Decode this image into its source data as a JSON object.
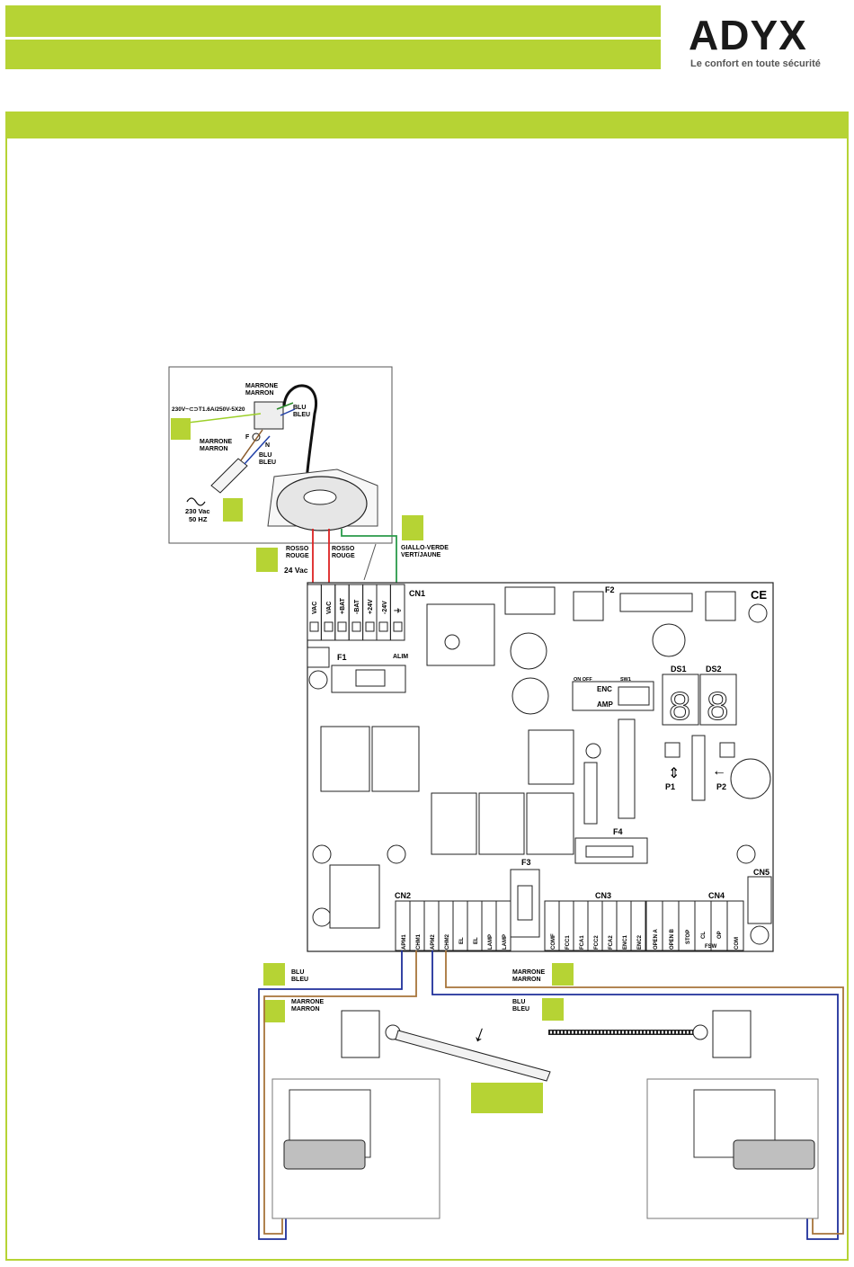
{
  "brand": {
    "name": "ADYX",
    "tagline": "Le confort en toute sécurité",
    "accent_color": "#b6d334"
  },
  "transformer": {
    "fuse_spec": "230V~⊂⊃T1.6A/250V-5X20",
    "mains_label": "230 Vac",
    "mains_freq": "50 HZ",
    "terminal_f": "F",
    "terminal_n": "N"
  },
  "wires": {
    "marrone": "MARRONE",
    "marron": "MARRON",
    "blu": "BLU",
    "bleu": "BLEU",
    "rosso": "ROSSO",
    "rouge": "ROUGE",
    "giallo_verde": "GIALLO-VERDE",
    "vert_jaune": "VERT/JAUNE",
    "vac24": "24 Vac"
  },
  "board": {
    "cn1": "CN1",
    "cn2": "CN2",
    "cn3": "CN3",
    "cn4": "CN4",
    "cn5": "CN5",
    "f1": "F1",
    "f2": "F2",
    "f3": "F3",
    "f4": "F4",
    "alim": "ALIM",
    "ds1": "DS1",
    "ds2": "DS2",
    "p1": "P1",
    "p2": "P2",
    "sw1": "SW1",
    "enc": "ENC",
    "amp": "AMP",
    "onoff": "ON OFF",
    "ce": "CE",
    "cn1_terminals": [
      "VAC",
      "VAC",
      "+BAT",
      "-BAT",
      "+24V",
      "-24V",
      "⏚"
    ],
    "cn2_terminals": [
      "APM1",
      "CHM1",
      "APM2",
      "CHM2",
      "EL",
      "EL",
      "LAMP",
      "LAMP"
    ],
    "cn3_terminals": [
      "COMF",
      "FCC1",
      "FCA1",
      "FCC2",
      "FCA2",
      "ENC1",
      "ENC2"
    ],
    "cn4_terminals": [
      "OPEN A",
      "OPEN B",
      "STOP",
      "CL",
      "OP",
      "COM"
    ],
    "fsw": "FSW"
  }
}
